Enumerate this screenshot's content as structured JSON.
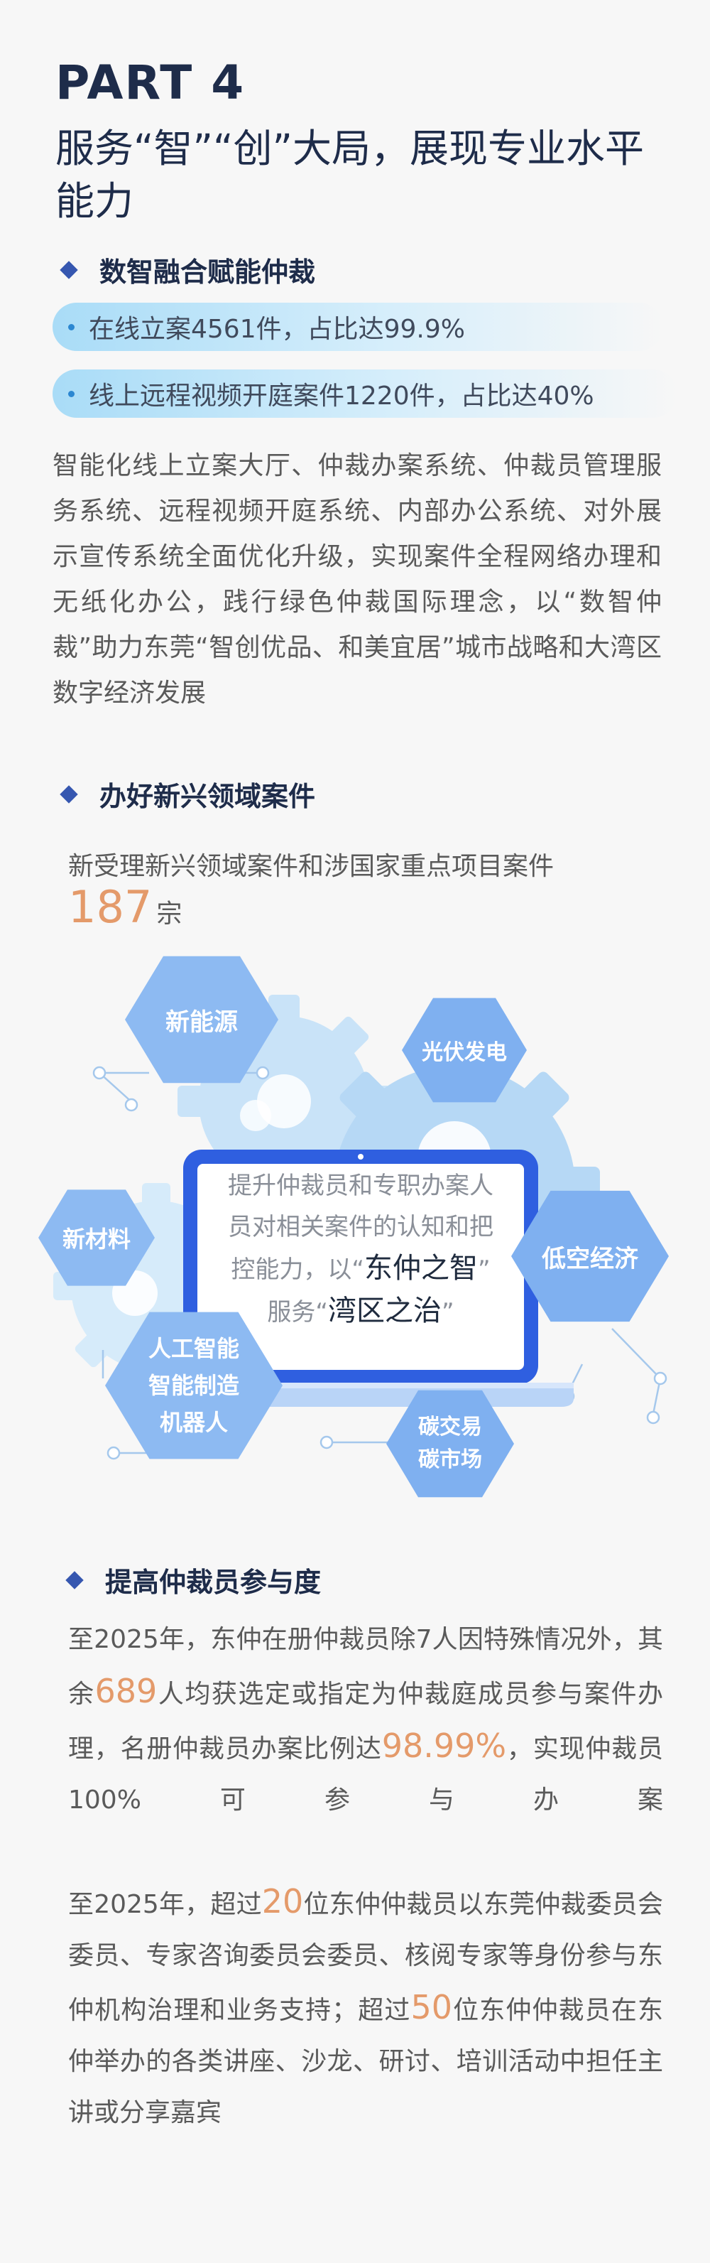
{
  "header": {
    "part": "PART 4",
    "title": "服务“智”“创”大局，展现专业水平能力"
  },
  "section1": {
    "heading": "数智融合赋能仲裁",
    "pills": [
      "在线立案4561件，占比达99.9%",
      "线上远程视频开庭案件1220件，占比达40%"
    ],
    "paragraph": "智能化线上立案大厅、仲裁办案系统、仲裁员管理服务系统、远程视频开庭系统、内部办公系统、对外展示宣传系统全面优化升级，实现案件全程网络办理和无纸化办公，践行绿色仲裁国际理念，以“数智仲裁”助力东莞“智创优品、和美宜居”城市战略和大湾区数字经济发展"
  },
  "section2": {
    "heading": "办好新兴领域案件",
    "stat_text": "新受理新兴领域案件和涉国家重点项目案件",
    "stat_number": "187",
    "stat_unit": "宗",
    "diagram": {
      "hexes": {
        "new_energy": "新能源",
        "photovoltaic": "光伏发电",
        "new_material": "新材料",
        "low_altitude": "低空经济",
        "ai_1": "人工智能",
        "ai_2": "智能制造",
        "ai_3": "机器人",
        "carbon_1": "碳交易",
        "carbon_2": "碳市场"
      },
      "screen": {
        "line1": "提升仲裁员和专职办案人",
        "line2": "员对相关案件的认知和把",
        "line3_a": "控能力，以“",
        "line3_b": "东仲之智",
        "line3_c": "”",
        "line4_a": "服务“",
        "line4_b": "湾区之治",
        "line4_c": "”"
      }
    }
  },
  "section3": {
    "heading": "提高仲裁员参与度",
    "p1": {
      "t1": "至2025年，东仲在册仲裁员除7人因特殊情况外，其余",
      "n1": "689",
      "t2": "人均获选定或指定为仲裁庭成员参与案件办理，名册仲裁员办案比例达",
      "n2": "98.99%",
      "t3": "，实现仲裁员100%可参与办案"
    },
    "p2": {
      "t1": "至2025年，超过",
      "n1": "20",
      "t2": "位东仲仲裁员以东莞仲裁委员会委员、专家咨询委员会委员、核阅专家等身份参与东仲机构治理和业务支持；超过",
      "n2": "50",
      "t3": "位东仲仲裁员在东仲举办的各类讲座、沙龙、研讨、培训活动中担任主讲或分享嘉宾"
    }
  },
  "colors": {
    "title": "#1e2c4a",
    "accent_orange": "#e49a6a",
    "hex_blue": "#7fb0f0",
    "laptop_frame": "#2f5fe0"
  }
}
